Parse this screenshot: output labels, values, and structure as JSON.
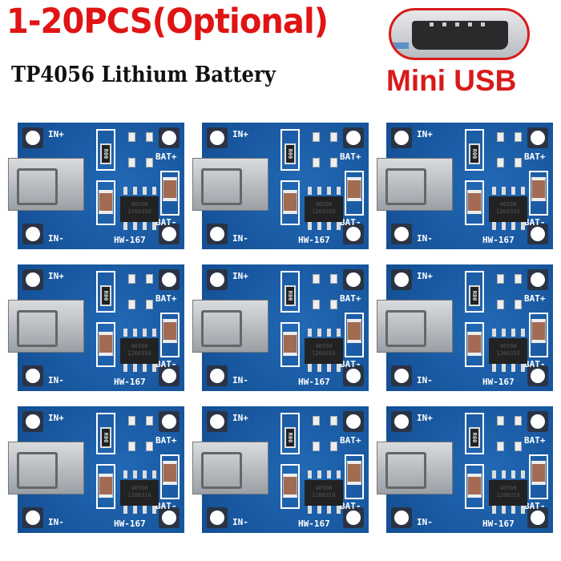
{
  "header": {
    "title": "1-20PCS(Optional)",
    "subtitle": "TP4056 Lithium Battery",
    "connector_label": "Mini USB"
  },
  "board": {
    "in_plus": "IN+",
    "in_minus": "IN-",
    "bat_plus": "BAT+",
    "bat_minus": "BAT-",
    "model": "HW-167",
    "chip_line1": "4056H",
    "chip_line2": "1200310",
    "resistor": "R00"
  },
  "colors": {
    "title": "#e01414",
    "pcb": "#1c5fa8",
    "connector_outline": "#d81a1a"
  },
  "board_count": 9
}
